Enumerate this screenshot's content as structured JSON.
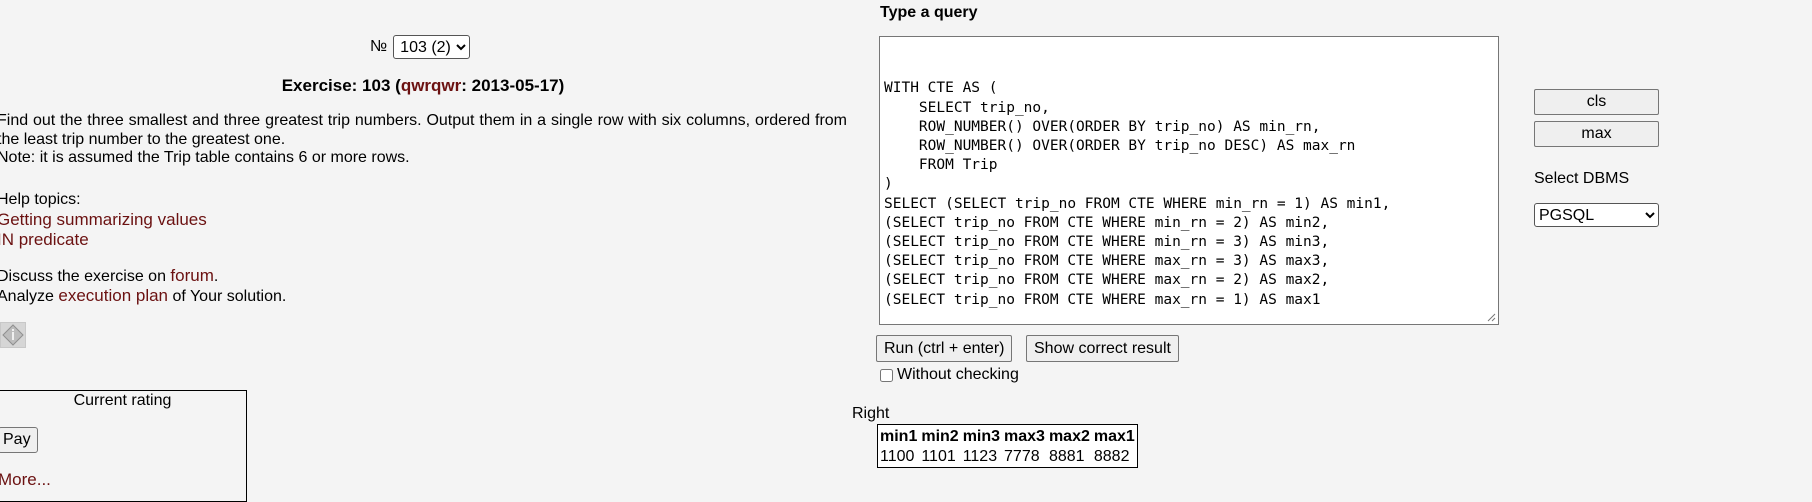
{
  "exercise_selector": {
    "prefix": "№",
    "selected": "103 (2)"
  },
  "exercise": {
    "title_prefix": "Exercise: 103 (",
    "author": "qwrqwr",
    "title_suffix": ": 2013-05-17)",
    "desc_line1": "Find out the three smallest and three greatest trip numbers. Output them in a single row with six columns, ordered from the least trip number to the greatest one.",
    "desc_line2": "Note: it is assumed the Trip table contains 6 or more rows."
  },
  "help": {
    "heading": "Help topics:",
    "topic1": "Getting summarizing values",
    "topic2": "IN predicate"
  },
  "discuss": {
    "before": "Discuss the exercise on ",
    "link": "forum",
    "after": "."
  },
  "analyze": {
    "before": "Analyze ",
    "link": "execution plan",
    "after": " of Your solution."
  },
  "info_icon": "diamond-info-icon",
  "rating": {
    "title": "Current rating",
    "pay_label": "Pay",
    "more_label": "More..."
  },
  "query": {
    "label": "Type a query",
    "text": "WITH CTE AS (\n    SELECT trip_no,\n    ROW_NUMBER() OVER(ORDER BY trip_no) AS min_rn,\n    ROW_NUMBER() OVER(ORDER BY trip_no DESC) AS max_rn\n    FROM Trip\n)\nSELECT (SELECT trip_no FROM CTE WHERE min_rn = 1) AS min1,\n(SELECT trip_no FROM CTE WHERE min_rn = 2) AS min2,\n(SELECT trip_no FROM CTE WHERE min_rn = 3) AS min3,\n(SELECT trip_no FROM CTE WHERE max_rn = 3) AS max3,\n(SELECT trip_no FROM CTE WHERE max_rn = 2) AS max2,\n(SELECT trip_no FROM CTE WHERE max_rn = 1) AS max1"
  },
  "buttons": {
    "run": "Run (ctrl + enter)",
    "show": "Show correct result",
    "cls": "cls",
    "max": "max"
  },
  "without_checking": {
    "label": "Without checking",
    "checked": false
  },
  "dbms": {
    "label": "Select DBMS",
    "selected": "PGSQL"
  },
  "result": {
    "status": "Right",
    "headers": [
      "min1",
      "min2",
      "min3",
      "max3",
      "max2",
      "max1"
    ],
    "row": [
      "1100",
      "1101",
      "1123",
      "7778",
      "8881",
      "8882"
    ]
  },
  "colors": {
    "link": "#6b1111",
    "background": "#f4f4f4"
  }
}
